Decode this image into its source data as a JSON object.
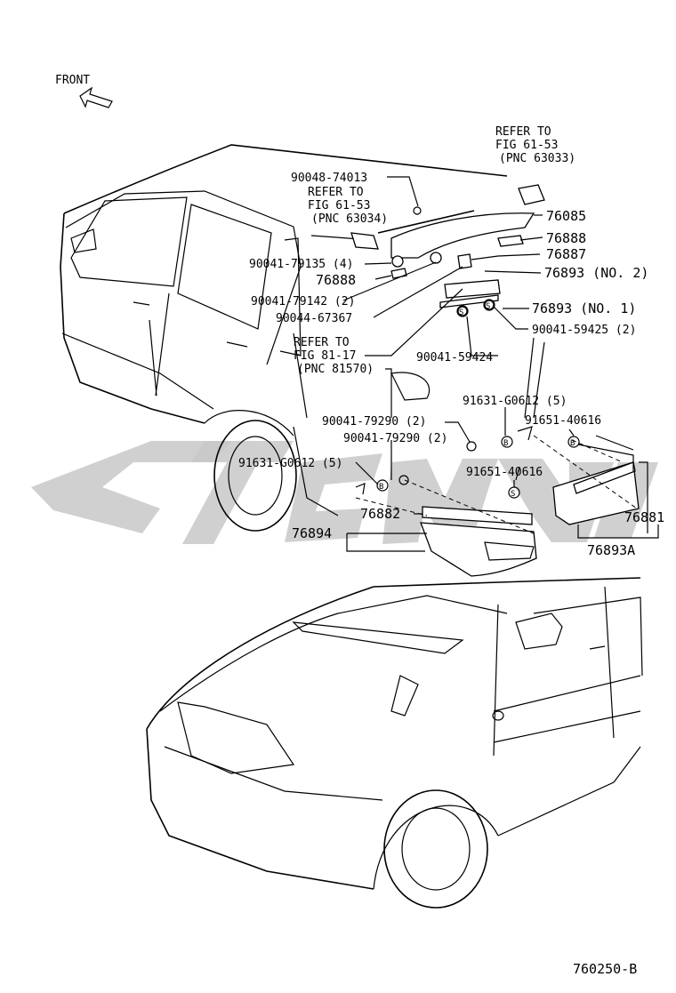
{
  "front_label": "FRONT",
  "refs": {
    "top_right": [
      "REFER TO",
      "FIG 61-53",
      "(PNC 63033)"
    ],
    "left": [
      "REFER TO",
      "FIG 61-53",
      "(PNC 63034)"
    ],
    "lamp": [
      "REFER TO",
      "FIG 81-17",
      "(PNC 81570)"
    ]
  },
  "callouts": {
    "c1": "90048-74013",
    "c2": "76085",
    "c3": "76888",
    "c4": "90041-79135 (4)",
    "c5": "76887",
    "c6": "76888",
    "c7": "76893 (NO. 2)",
    "c8": "90041-79142 (2)",
    "c9": "90044-67367",
    "c10": "76893 (NO. 1)",
    "c11": "90041-59425 (2)",
    "c12": "90041-59424",
    "c13": "91631-G0612 (5)",
    "c14": "91651-40616",
    "c15": "90041-79290 (2)",
    "c16": "90041-79290 (2)",
    "c17": "91631-G0612 (5)",
    "c18": "91651-40616",
    "c19": "76882",
    "c20": "76894",
    "c21": "76881",
    "c22": "76893A"
  },
  "marker_letters": {
    "b": "B",
    "s": "S"
  },
  "figure_id": "760250-B"
}
